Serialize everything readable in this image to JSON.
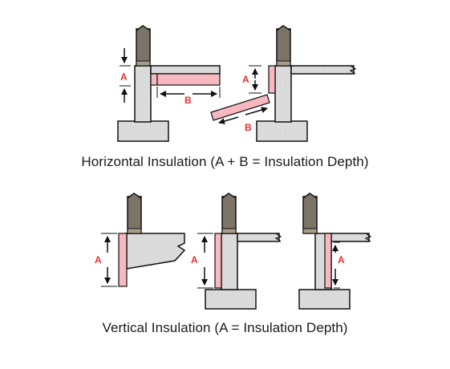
{
  "captions": {
    "horizontal": "Horizontal Insulation (A + B = Insulation Depth)",
    "vertical": "Vertical Insulation (A = Insulation Depth)"
  },
  "labels": {
    "a": "A",
    "b": "B"
  },
  "colors": {
    "concrete": "#d9d9d9",
    "concrete_edge": "#1a1a1a",
    "wall": "#7d7468",
    "insulation": "#f7b8c0",
    "label_red": "#e8302a"
  }
}
